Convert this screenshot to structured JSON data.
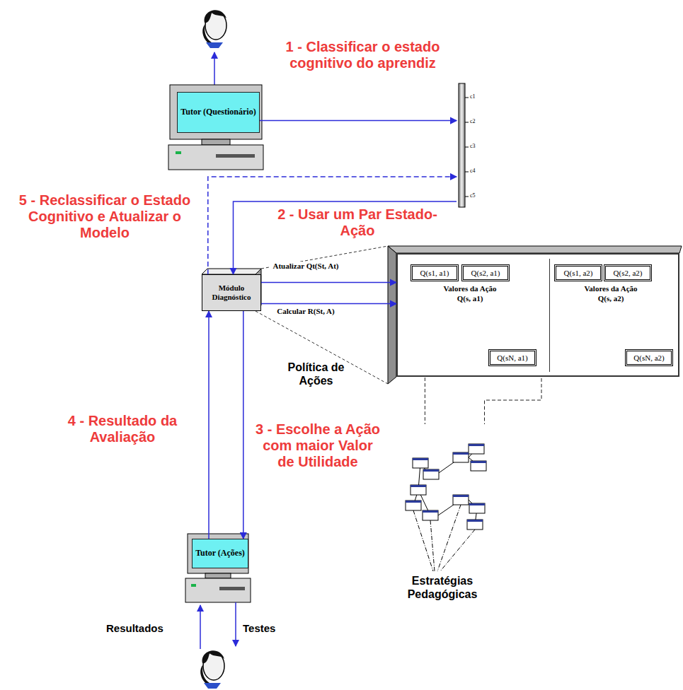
{
  "diagram": {
    "nodes": [
      {
        "text": [
          "Tutor (Questionário)"
        ]
      },
      {
        "text": [
          "c1",
          "c2",
          "c3",
          "c4",
          "c5"
        ]
      },
      {
        "text": [
          "Módulo Diagnóstico"
        ]
      },
      {
        "text": [
          "Política de Ações"
        ]
      },
      {
        "text": [
          "Valores da Ação Q(s, a1)"
        ],
        "in": 3
      },
      {
        "text": [
          "Q(s1, a1)"
        ],
        "in": 4
      },
      {
        "text": [
          "Q(s2, a1)"
        ],
        "in": 4
      },
      {
        "text": [
          "Q(sN, a1)"
        ],
        "in": 4
      },
      {
        "text": [
          "Valores da Ação Q(s, a2)"
        ],
        "in": 3
      },
      {
        "text": [
          "Q(s1, a2)"
        ],
        "in": 8
      },
      {
        "text": [
          "Q(s2, a2)"
        ],
        "in": 8
      },
      {
        "text": [
          "Q(sN, a2)"
        ],
        "in": 8
      },
      {
        "text": [
          "Estratégias Pedagógicas"
        ]
      },
      {
        "text": [
          "Tutor (Ações)"
        ]
      }
    ],
    "edges": [
      {
        "from": 0,
        "to": 1,
        "arrow": "to",
        "label": "1 - Classificar o estado cognitivo do aprendiz"
      },
      {
        "from": 2,
        "to": 1,
        "arrow": "to",
        "label": "5 - Reclassificar o Estado Cognitivo e Atualizar o Modelo"
      },
      {
        "from": 1,
        "to": 2,
        "arrow": "to",
        "label": "2 - Usar um Par Estado-Ação"
      },
      {
        "from": 2,
        "to": 3,
        "arrow": "to",
        "label": "Atualizar Qt(St, At)"
      },
      {
        "from": 2,
        "to": 3,
        "arrow": "to",
        "label": "Calcular R(St, A)"
      },
      {
        "from": 5,
        "to": 12,
        "arrow": "none"
      },
      {
        "from": 6,
        "to": 12,
        "arrow": "none"
      },
      {
        "from": 2,
        "to": 13,
        "arrow": "to",
        "label": "3 - Escolhe a Ação com maior Valor de Utilidade"
      },
      {
        "from": 13,
        "to": 2,
        "arrow": "to",
        "label": "4 - Resultado da Avaliação"
      }
    ],
    "labels": [
      "Resultados",
      "Testes"
    ]
  }
}
